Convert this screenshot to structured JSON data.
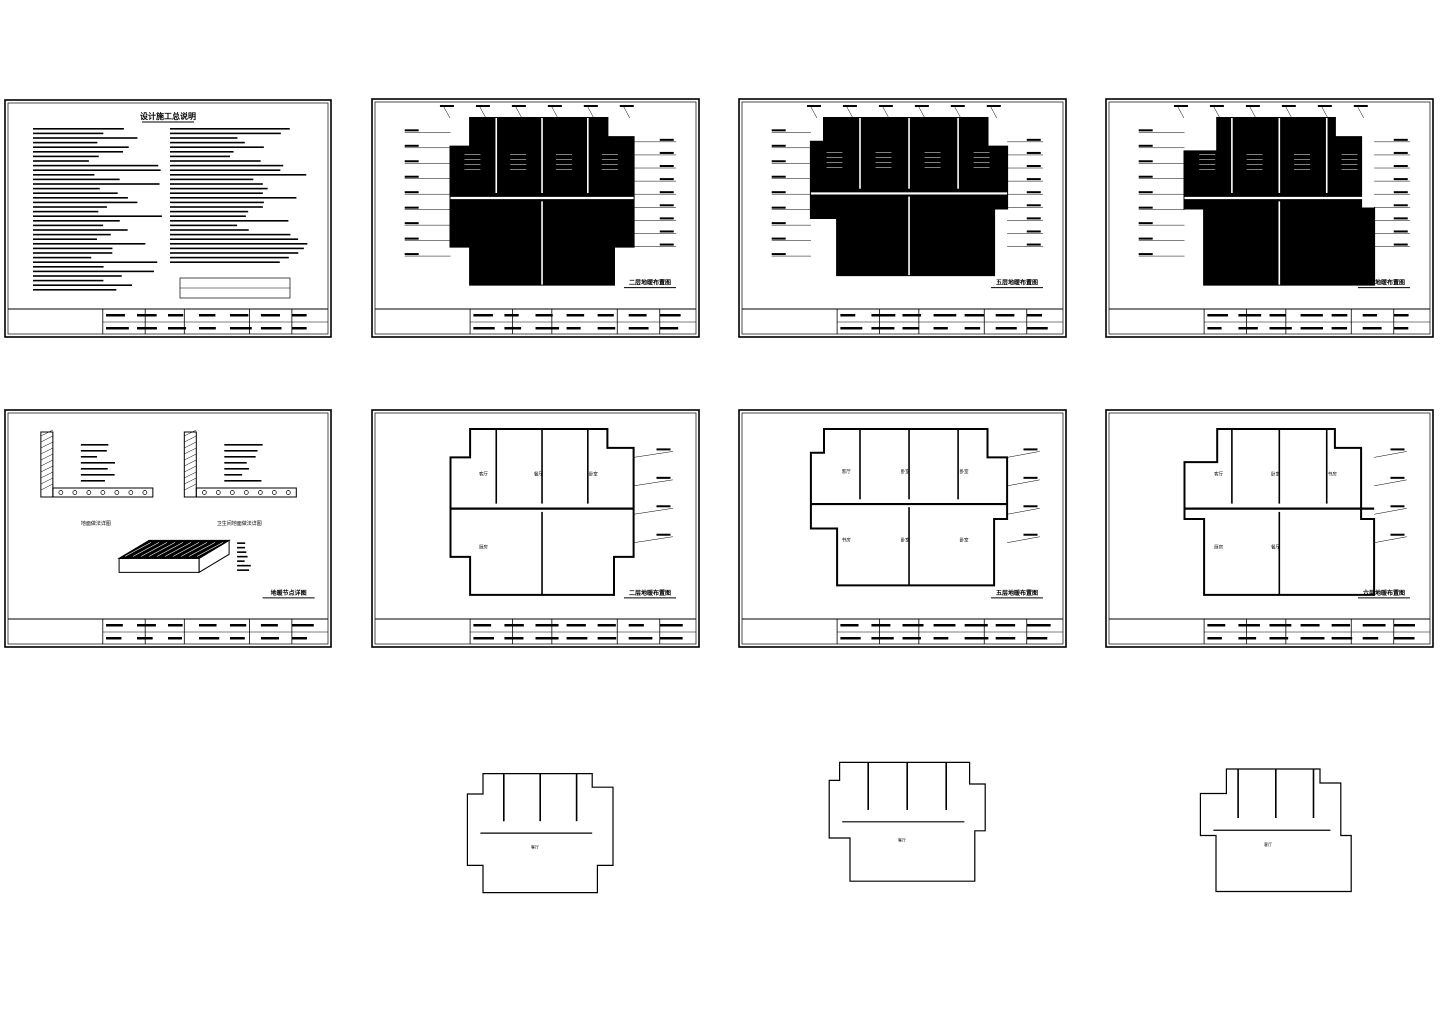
{
  "drawing_set": {
    "sheets": [
      {
        "id": "notes",
        "title": "设计施工总说明",
        "kind": "notes"
      },
      {
        "id": "heat-2",
        "title": "二层地暖布置图",
        "kind": "heating"
      },
      {
        "id": "heat-5",
        "title": "五层地暖布置图",
        "kind": "heating"
      },
      {
        "id": "heat-6",
        "title": "六层地暖布置图",
        "kind": "heating"
      },
      {
        "id": "detail",
        "title": "地暖节点详图",
        "kind": "detail"
      },
      {
        "id": "plan-2",
        "title": "二层地暖布置图",
        "kind": "plan"
      },
      {
        "id": "plan-5",
        "title": "五层地暖布置图",
        "kind": "plan"
      },
      {
        "id": "plan-6",
        "title": "六层地暖布置图",
        "kind": "plan"
      }
    ],
    "outlines": [
      {
        "id": "outline-2",
        "label": "客厅"
      },
      {
        "id": "outline-5",
        "label": "客厅"
      },
      {
        "id": "outline-6",
        "label": "客厅"
      }
    ],
    "plan_room_labels": {
      "plan-2": [
        "客厅",
        "餐厅",
        "卧室",
        "厨房"
      ],
      "plan-5": [
        "客厅",
        "卧室",
        "卧室",
        "书房",
        "卧室",
        "卧室"
      ],
      "plan-6": [
        "客厅",
        "卧室",
        "书房",
        "厨房",
        "餐厅"
      ]
    },
    "detail_captions": [
      "地面做法详图",
      "卫生间地面做法详图"
    ]
  }
}
